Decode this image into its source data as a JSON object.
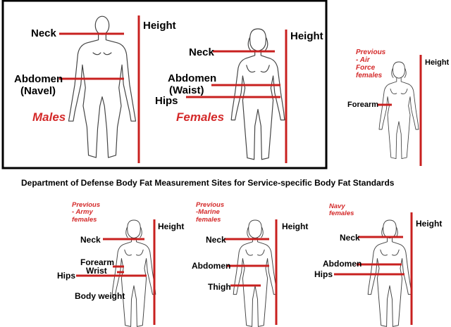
{
  "caption": "Department of Defense Body Fat Measurement Sites for Service-specific Body Fat Standards",
  "colors": {
    "measure": "#c8201f",
    "highlight_text": "#d42a2a",
    "outline": "#444444",
    "frame": "#000000"
  },
  "dod_panel": {
    "males": {
      "title": "Males",
      "height": "Height",
      "neck": "Neck",
      "abdomen_line1": "Abdomen",
      "abdomen_line2": "(Navel)"
    },
    "females": {
      "title": "Females",
      "height": "Height",
      "neck": "Neck",
      "abdomen_line1": "Abdomen",
      "abdomen_line2": "(Waist)",
      "hips": "Hips"
    }
  },
  "air_force": {
    "title_line1": "Previous",
    "title_line2": "- Air",
    "title_line3": "Force",
    "title_line4": "females",
    "height": "Height",
    "forearm": "Forearm"
  },
  "army": {
    "title_line1": "Previous",
    "title_line2": "- Army",
    "title_line3": "females",
    "height": "Height",
    "neck": "Neck",
    "forearm": "Forearm",
    "wrist": "Wrist",
    "hips": "Hips",
    "body_weight": "Body weight"
  },
  "marine": {
    "title_line1": "Previous",
    "title_line2": "-Marine",
    "title_line3": "females",
    "height": "Height",
    "neck": "Neck",
    "abdomen": "Abdomen",
    "thigh": "Thigh"
  },
  "navy": {
    "title_line1": "Navy",
    "title_line2": "females",
    "height": "Height",
    "neck": "Neck",
    "abdomen": "Abdomen",
    "hips": "Hips"
  }
}
